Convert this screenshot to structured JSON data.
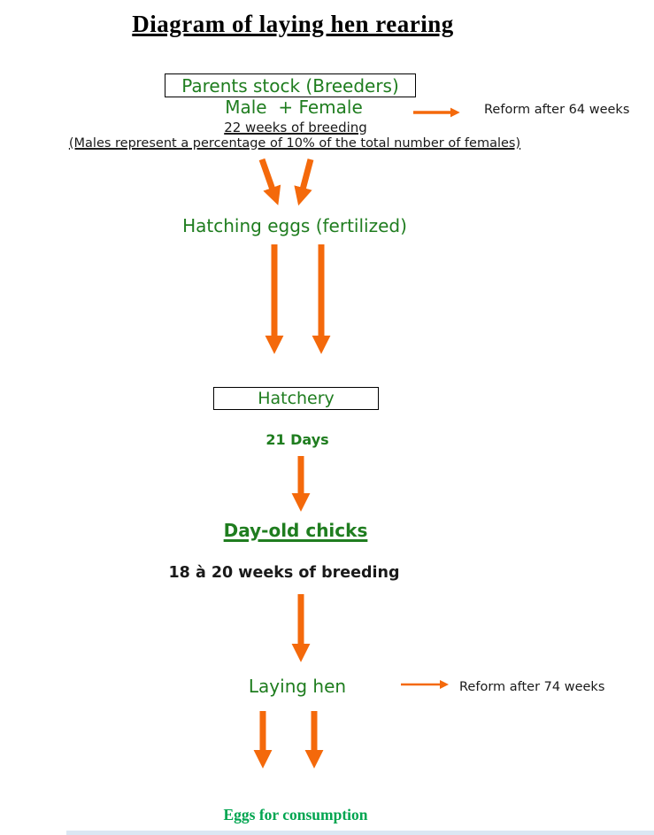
{
  "title": "Diagram of laying hen rearing",
  "nodes": {
    "parents_stock": "Parents stock (Breeders)",
    "male_female": "Male  + Female",
    "breeding_22": "22 weeks of breeding",
    "males_percentage": "(Males represent a percentage of 10% of the total number of females)",
    "hatching_eggs": "Hatching eggs (fertilized)",
    "hatchery": "Hatchery",
    "days_21": "21 Days",
    "day_old_chicks": "Day-old chicks",
    "breeding_18_20": "18 à 20 weeks of breeding",
    "laying_hen": "Laying hen",
    "eggs_consumption": "Eggs for consumption"
  },
  "notes": {
    "reform_64": "Reform after 64 weeks",
    "reform_74": "Reform after 74 weeks"
  },
  "icons": {
    "flow_arrow": "orange-arrow-connector"
  },
  "colors": {
    "green": "#1f7d1f",
    "eggs_green": "#00a550",
    "orange": "#f4690b",
    "ink": "#1a1a1a"
  }
}
